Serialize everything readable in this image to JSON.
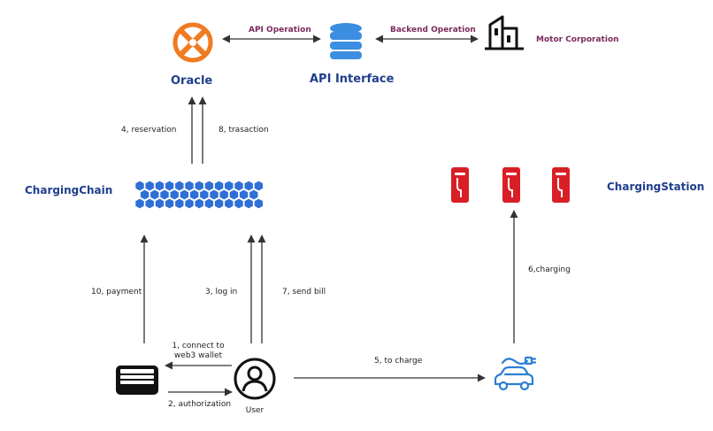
{
  "nodes": {
    "oracle": {
      "label": "Oracle"
    },
    "api_interface": {
      "label": "API Interface"
    },
    "motor_corporation": {
      "label": "Motor Corporation"
    },
    "charging_chain": {
      "label": "ChargingChain"
    },
    "charging_station": {
      "label": "ChargingStation"
    },
    "user": {
      "label": "User"
    }
  },
  "edges": {
    "api_operation": "API Operation",
    "backend_operation": "Backend Operation",
    "reservation": "4,  reservation",
    "transaction": "8,  trasaction",
    "payment": "10, payment",
    "log_in": "3,  log in",
    "send_bill": "7,  send bill",
    "charging": "6,charging",
    "connect_wallet_line1": "1, connect to",
    "connect_wallet_line2": "web3 wallet",
    "authorization": "2, authorization",
    "to_charge": "5, to charge"
  },
  "icons": {
    "oracle": "oracle-logo-icon",
    "api_interface": "database-icon",
    "motor_corporation": "buildings-icon",
    "charging_chain": "blockchain-cubes-icon",
    "charging_station": "charging-pump-icon",
    "wallet": "wallet-icon",
    "user": "user-icon",
    "car": "electric-car-icon"
  },
  "colors": {
    "oracle_orange": "#f07b22",
    "title_blue": "#1f3e8c",
    "db_blue": "#3b8ee0",
    "chain_blue": "#2f6fd6",
    "station_red": "#d81f26",
    "car_blue": "#2b7fd4",
    "edge_label_purple": "#7a2a5c"
  }
}
